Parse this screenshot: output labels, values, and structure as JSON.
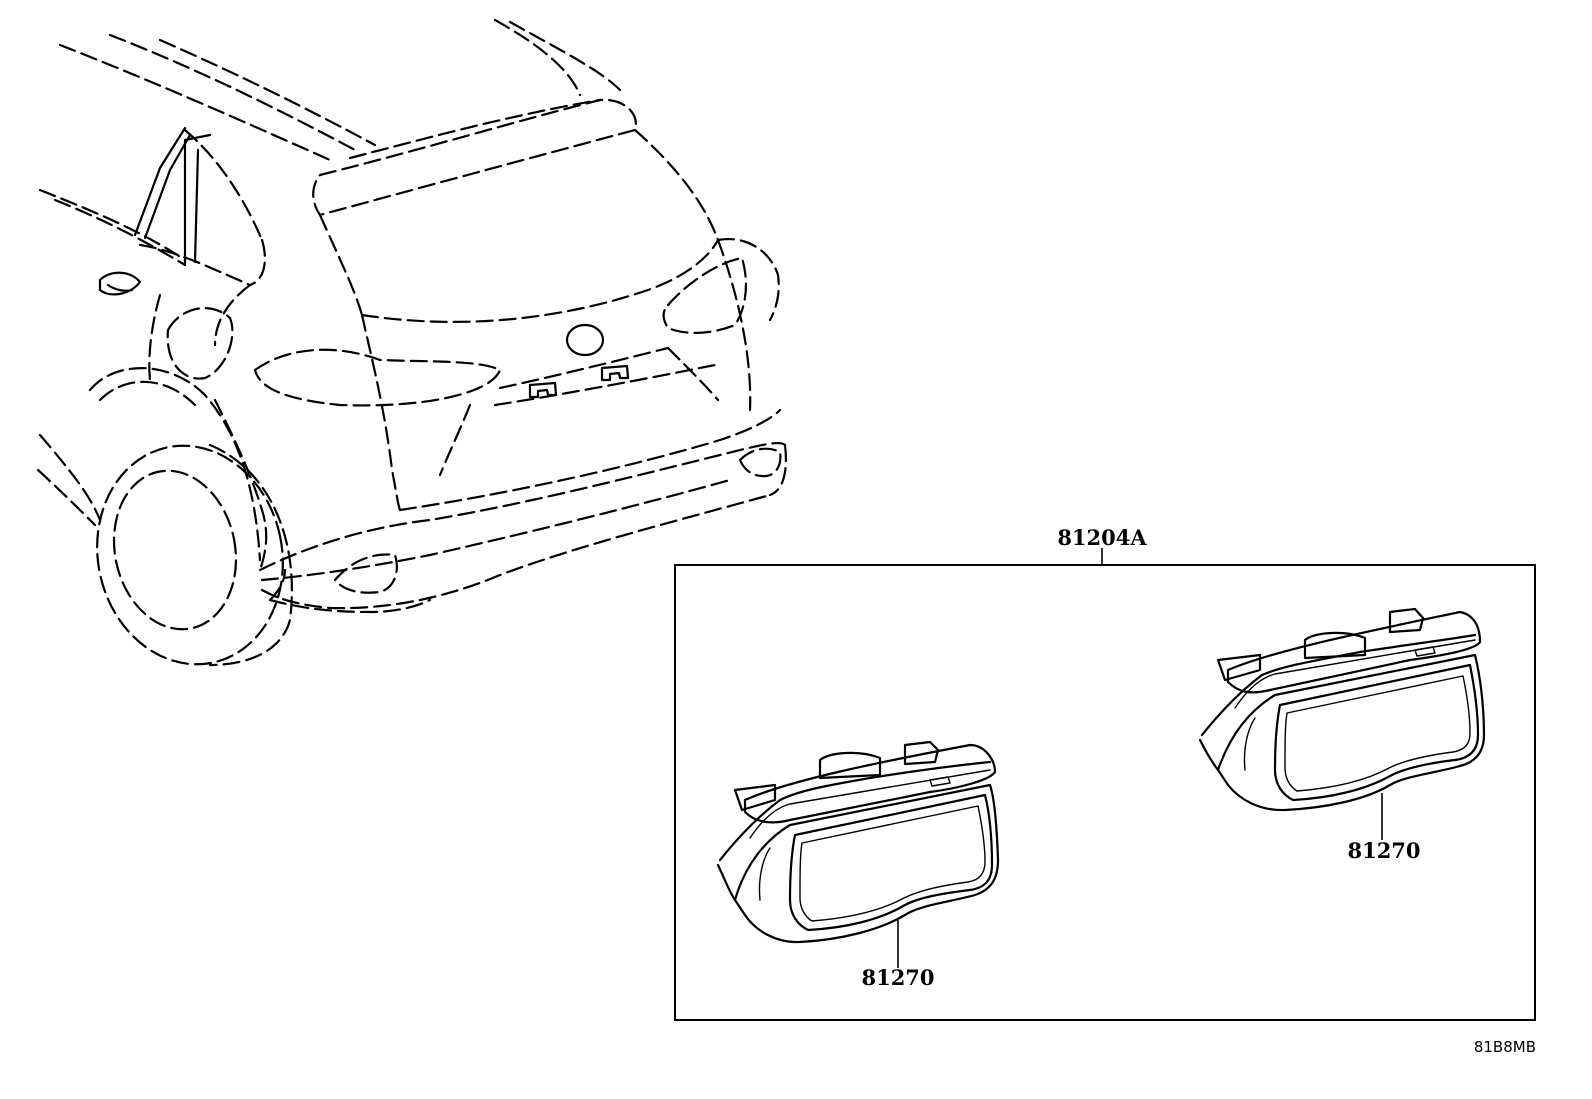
{
  "diagram": {
    "assembly_part_number": "81204A",
    "left_part_number": "81270",
    "right_part_number": "81270",
    "illustration_code": "81B8MB"
  }
}
